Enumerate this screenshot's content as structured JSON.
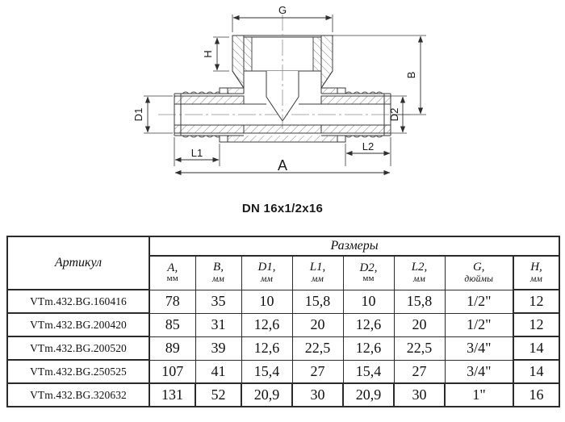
{
  "drawing": {
    "caption": "DN 16x1/2x16",
    "labels": {
      "G": "G",
      "H": "H",
      "B": "B",
      "D1": "D1",
      "D2": "D2",
      "L1": "L1",
      "L2": "L2",
      "A": "A"
    },
    "colors": {
      "line": "#3a3a3a",
      "hatch": "#6b6b6b",
      "background": "#ffffff"
    }
  },
  "table": {
    "header": {
      "article": "Артикул",
      "group": "Размеры",
      "columns": [
        {
          "symbol": "A,",
          "unit": "мм",
          "unit_italic": false
        },
        {
          "symbol": "B,",
          "unit": "мм",
          "unit_italic": true
        },
        {
          "symbol": "D1,",
          "unit": "мм",
          "unit_italic": true
        },
        {
          "symbol": "L1,",
          "unit": "мм",
          "unit_italic": true
        },
        {
          "symbol": "D2,",
          "unit": "мм",
          "unit_italic": false
        },
        {
          "symbol": "L2,",
          "unit": "мм",
          "unit_italic": true
        },
        {
          "symbol": "G,",
          "unit": "дюймы",
          "unit_italic": true
        },
        {
          "symbol": "H,",
          "unit": "мм",
          "unit_italic": true
        }
      ]
    },
    "rows": [
      {
        "article": "VTm.432.BG.160416",
        "A": "78",
        "B": "35",
        "D1": "10",
        "L1": "15,8",
        "D2": "10",
        "L2": "15,8",
        "G": "1/2\"",
        "H": "12"
      },
      {
        "article": "VTm.432.BG.200420",
        "A": "85",
        "B": "31",
        "D1": "12,6",
        "L1": "20",
        "D2": "12,6",
        "L2": "20",
        "G": "1/2\"",
        "H": "12"
      },
      {
        "article": "VTm.432.BG.200520",
        "A": "89",
        "B": "39",
        "D1": "12,6",
        "L1": "22,5",
        "D2": "12,6",
        "L2": "22,5",
        "G": "3/4\"",
        "H": "14"
      },
      {
        "article": "VTm.432.BG.250525",
        "A": "107",
        "B": "41",
        "D1": "15,4",
        "L1": "27",
        "D2": "15,4",
        "L2": "27",
        "G": "3/4\"",
        "H": "14"
      },
      {
        "article": "VTm.432.BG.320632",
        "A": "131",
        "B": "52",
        "D1": "20,9",
        "L1": "30",
        "D2": "20,9",
        "L2": "30",
        "G": "1\"",
        "H": "16"
      }
    ]
  }
}
